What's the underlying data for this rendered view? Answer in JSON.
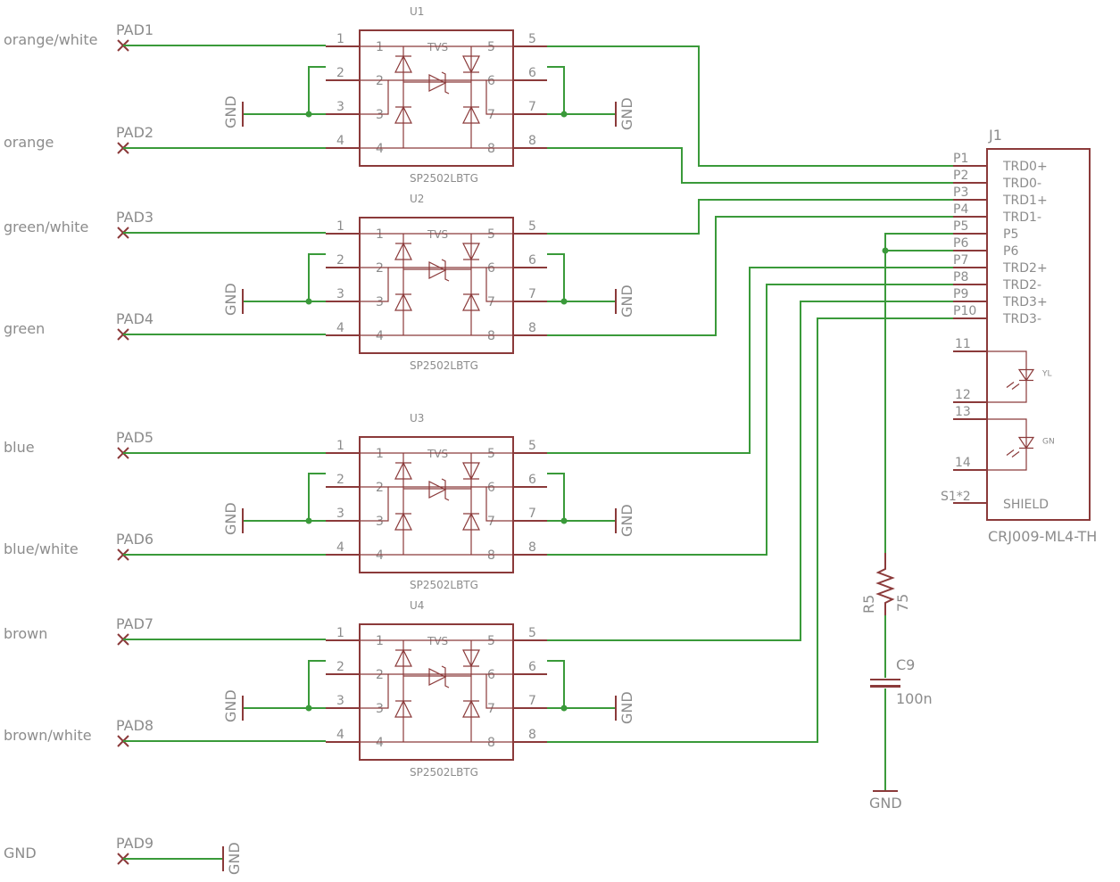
{
  "pads": [
    {
      "name": "PAD1",
      "label": "orange/white"
    },
    {
      "name": "PAD2",
      "label": "orange"
    },
    {
      "name": "PAD3",
      "label": "green/white"
    },
    {
      "name": "PAD4",
      "label": "green"
    },
    {
      "name": "PAD5",
      "label": "blue"
    },
    {
      "name": "PAD6",
      "label": "blue/white"
    },
    {
      "name": "PAD7",
      "label": "brown"
    },
    {
      "name": "PAD8",
      "label": "brown/white"
    },
    {
      "name": "PAD9",
      "label": "GND"
    }
  ],
  "tvs_chips": [
    {
      "ref": "U1",
      "part": "SP2502LBTG",
      "center_label": "TVS"
    },
    {
      "ref": "U2",
      "part": "SP2502LBTG",
      "center_label": "TVS"
    },
    {
      "ref": "U3",
      "part": "SP2502LBTG",
      "center_label": "TVS"
    },
    {
      "ref": "U4",
      "part": "SP2502LBTG",
      "center_label": "TVS"
    }
  ],
  "chip_pin_numbers": [
    "1",
    "2",
    "3",
    "4",
    "5",
    "6",
    "7",
    "8"
  ],
  "gnd_label": "GND",
  "connector": {
    "ref": "J1",
    "part": "CRJ009-ML4-TH",
    "pins": [
      {
        "num": "P1",
        "name": "TRD0+"
      },
      {
        "num": "P2",
        "name": "TRD0-"
      },
      {
        "num": "P3",
        "name": "TRD1+"
      },
      {
        "num": "P4",
        "name": "TRD1-"
      },
      {
        "num": "P5",
        "name": "P5"
      },
      {
        "num": "P6",
        "name": "P6"
      },
      {
        "num": "P7",
        "name": "TRD2+"
      },
      {
        "num": "P8",
        "name": "TRD2-"
      },
      {
        "num": "P9",
        "name": "TRD3+"
      },
      {
        "num": "P10",
        "name": "TRD3-"
      }
    ],
    "led_pins": [
      "11",
      "12",
      "13",
      "14"
    ],
    "led_labels": [
      "YL",
      "GN"
    ],
    "shield_pin": "S1*2",
    "shield_name": "SHIELD"
  },
  "resistor": {
    "ref": "R5",
    "value": "75"
  },
  "capacitor": {
    "ref": "C9",
    "value": "100n"
  },
  "colors": {
    "wire": "#3a9a3a",
    "outline": "#8b3a3a",
    "text": "#8c8c8c",
    "background": "#ffffff"
  }
}
